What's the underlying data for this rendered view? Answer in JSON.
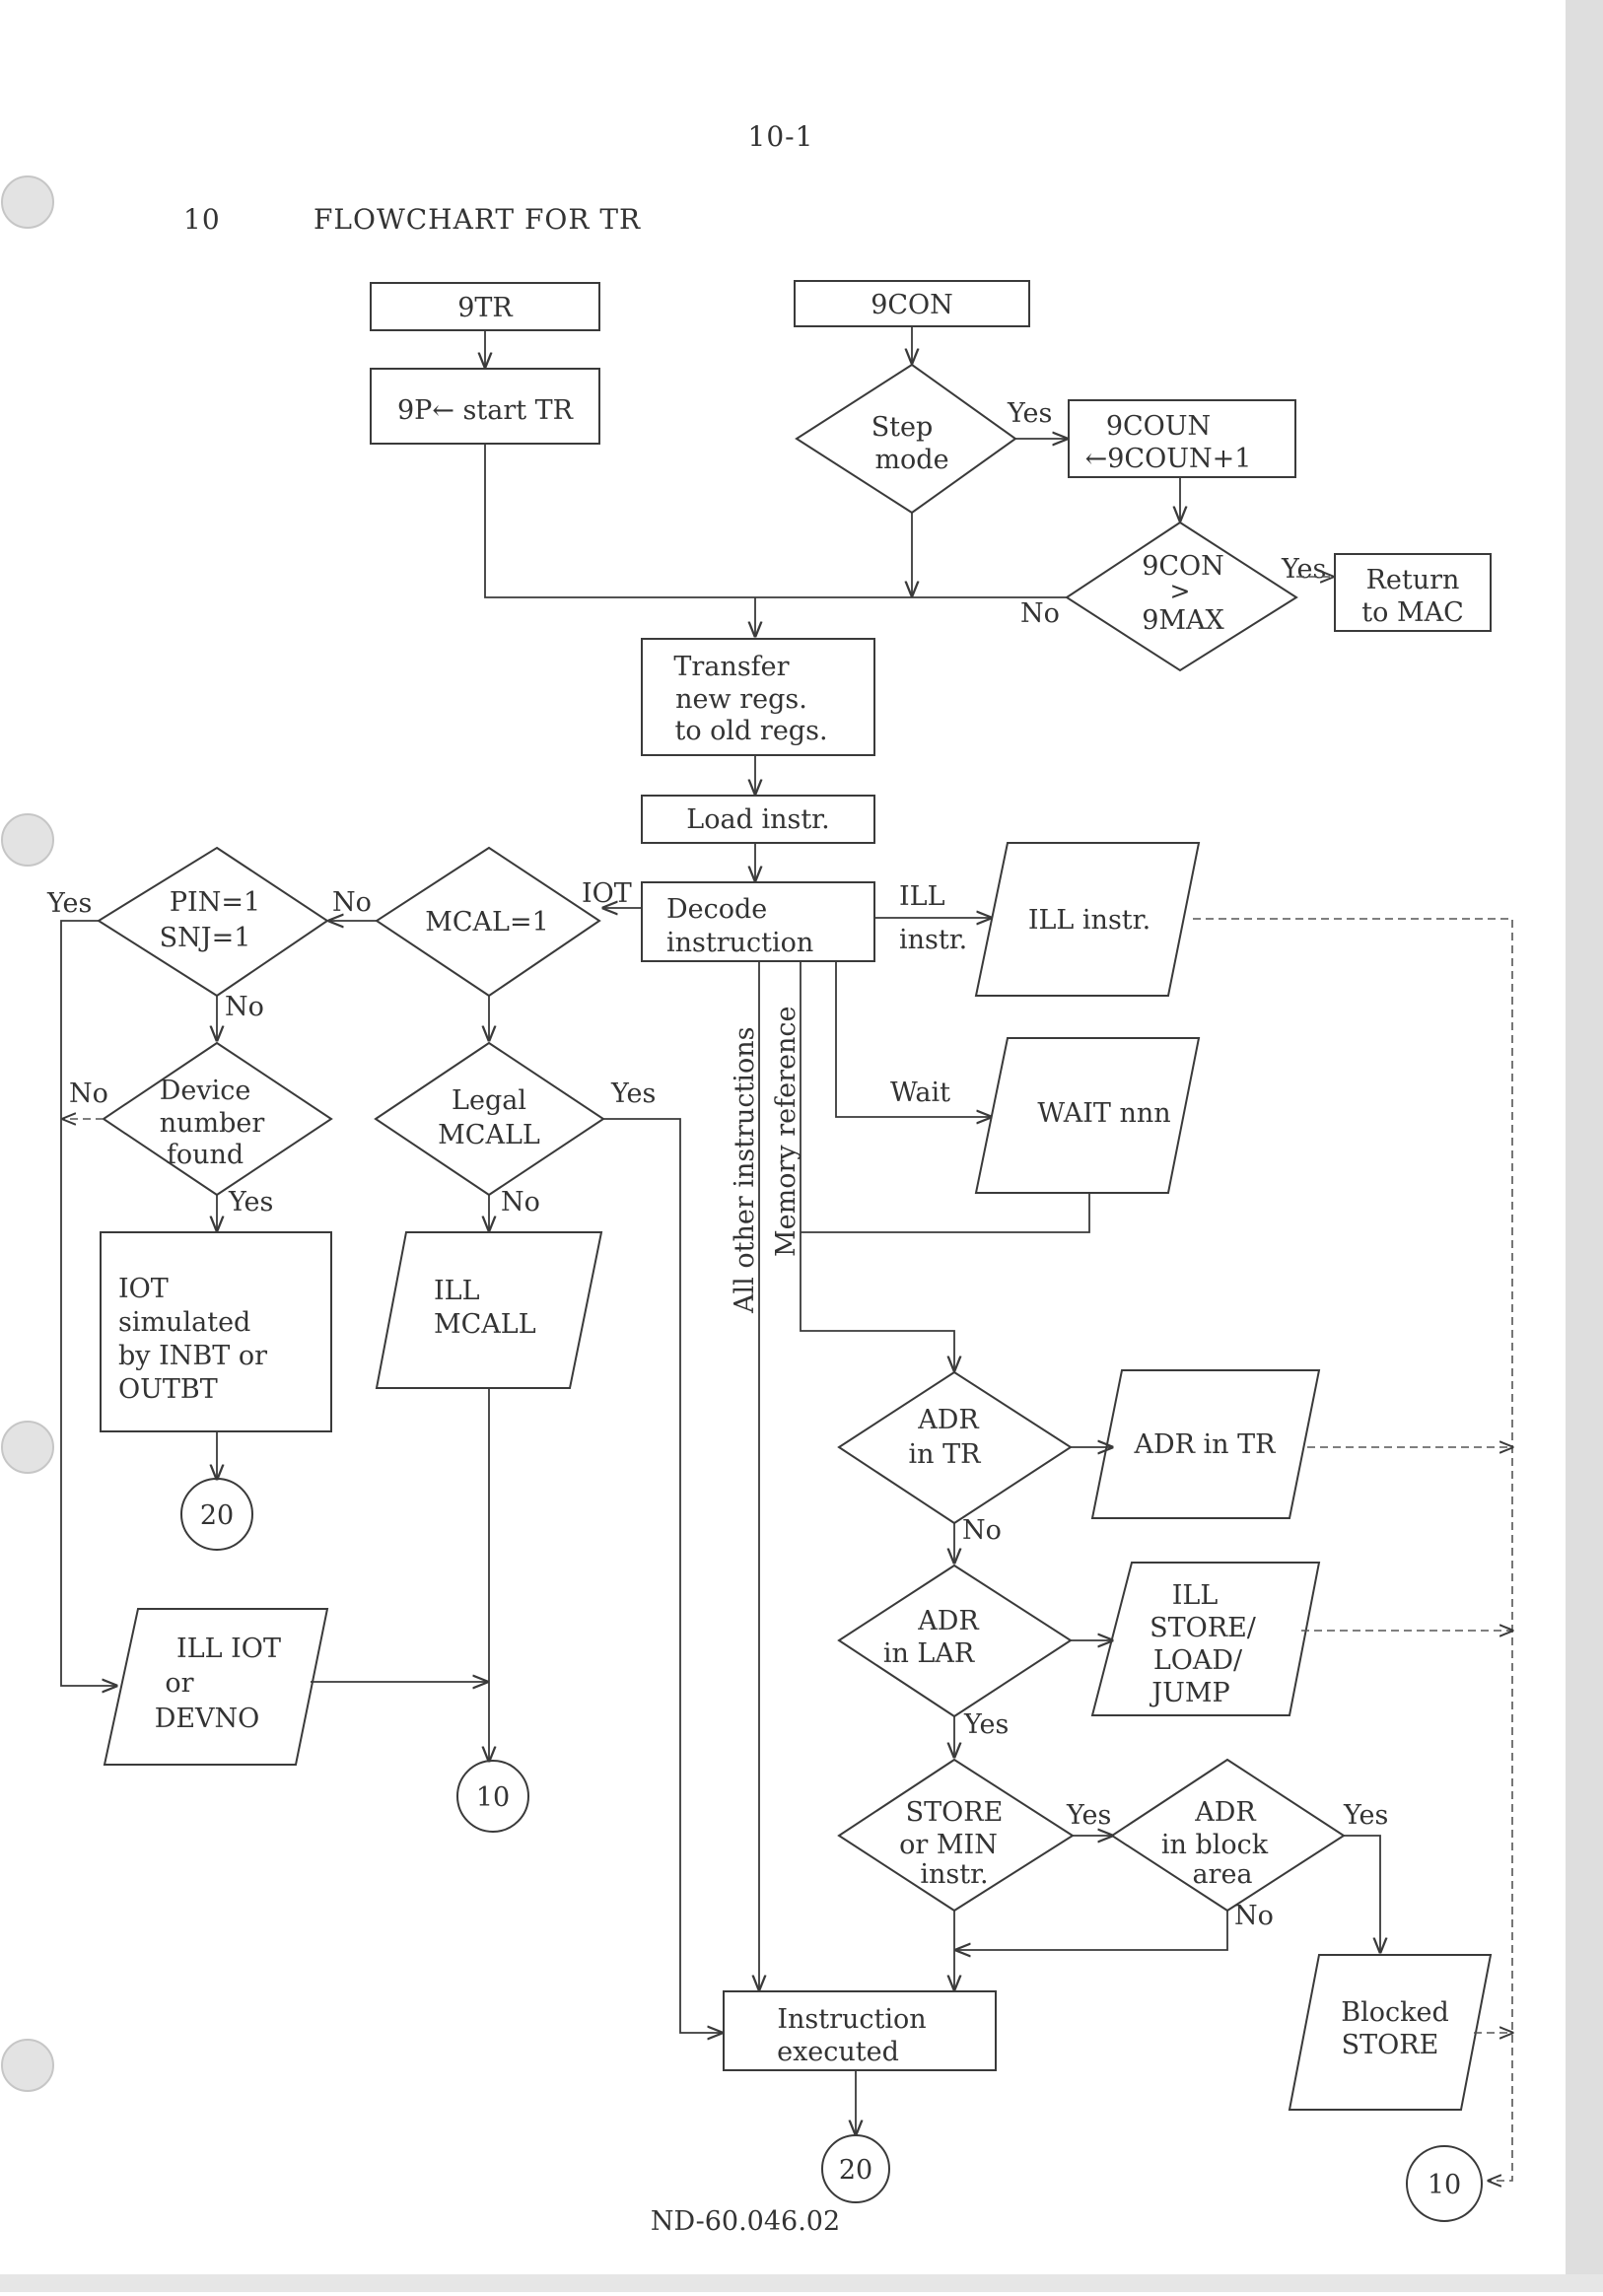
{
  "header": {
    "page_number": "10-1",
    "section_number": "10",
    "section_title": "FLOWCHART FOR TR"
  },
  "footer": {
    "doc_id": "ND-60.046.02"
  },
  "nodes": {
    "tr_start": "9TR",
    "p_start_tr": "9P← start TR",
    "con_start": "9CON",
    "step_mode": [
      "Step",
      "mode"
    ],
    "coun_incr": [
      "9COUN",
      "←9COUN+1"
    ],
    "con_max": [
      "9CON",
      ">",
      "9MAX"
    ],
    "return_mac": [
      "Return",
      "to MAC"
    ],
    "transfer_regs": [
      "Transfer",
      "new regs.",
      "to old regs."
    ],
    "load_instr": "Load instr.",
    "decode": [
      "Decode",
      "instruction"
    ],
    "mcal": "MCAL=1",
    "pin_snj": [
      "PIN=1",
      "SNJ=1"
    ],
    "device_found": [
      "Device",
      "number",
      "found"
    ],
    "iot_simulated": [
      "IOT",
      "simulated",
      "by INBT or",
      "OUTBT"
    ],
    "legal_mcall": [
      "Legal",
      "MCALL"
    ],
    "ill_mcall": [
      "ILL",
      "MCALL"
    ],
    "ill_iot": [
      "ILL IOT",
      "or",
      "DEVNO"
    ],
    "ill_instr": "ILL instr.",
    "wait_nnn": "WAIT nnn",
    "adr_tr_q": [
      "ADR",
      "in TR"
    ],
    "adr_tr_out": "ADR in TR",
    "adr_lar_q": [
      "ADR",
      "in LAR"
    ],
    "ill_store": [
      "ILL",
      "STORE/",
      "LOAD/",
      "JUMP"
    ],
    "store_min": [
      "STORE",
      "or MIN",
      "instr."
    ],
    "adr_block": [
      "ADR",
      "in block",
      "area"
    ],
    "blocked_store": [
      "Blocked",
      "STORE"
    ],
    "instr_executed": [
      "Instruction",
      "executed"
    ],
    "conn_20_a": "20",
    "conn_20_b": "20",
    "conn_10_a": "10",
    "conn_10_b": "10"
  },
  "labels": {
    "yes": "Yes",
    "no": "No",
    "iot": "IOT",
    "ill_instr_branch": [
      "ILL",
      "instr."
    ],
    "wait": "Wait",
    "all_other": "All other instructions",
    "memory_ref": "Memory reference"
  }
}
